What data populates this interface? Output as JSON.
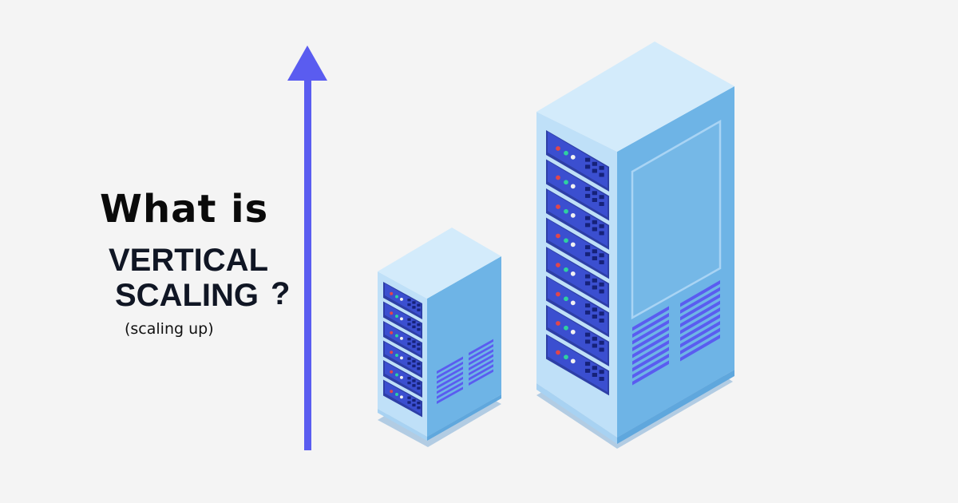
{
  "heading": {
    "line1": "What is",
    "line2": "VERTICAL",
    "line3": "SCALING",
    "question_mark": "?",
    "subtitle": "(scaling up)"
  },
  "icons": {
    "arrow": "up-arrow-icon",
    "small_server": "server-rack-icon",
    "large_server": "server-rack-icon"
  },
  "colors": {
    "background": "#f4f4f4",
    "arrow": "#5a5cf0",
    "server_top": "#d3ebfb",
    "server_left": "#bfe0f8",
    "server_right": "#6eb4e6",
    "rack_unit": "#2e3fa6",
    "vent": "#5a5cf0",
    "shadow": "#9cbfdd"
  }
}
